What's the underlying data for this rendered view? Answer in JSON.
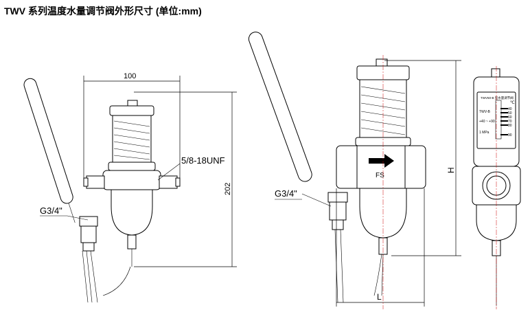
{
  "title": "TWV 系列温度水量调节阀外形尺寸  (单位:mm)",
  "left_view": {
    "width_dim": "100",
    "height_dim": "202",
    "connection_label": "5/8-18UNF",
    "bulb_thread_label": "G3/4\""
  },
  "front_view": {
    "bulb_thread_label": "G3/4\"",
    "flow_label": "FS",
    "height_dim": "H",
    "length_dim": "L"
  },
  "side_view": {
    "plate_title": "TWV50-B 型水量调节阀",
    "model_label": "TWV-B",
    "unit": "℃",
    "range_label": "+40 ~ +90",
    "pressure_label": "1 MPa",
    "scale_values": [
      "40",
      "50",
      "60",
      "70",
      "80",
      "90"
    ]
  }
}
